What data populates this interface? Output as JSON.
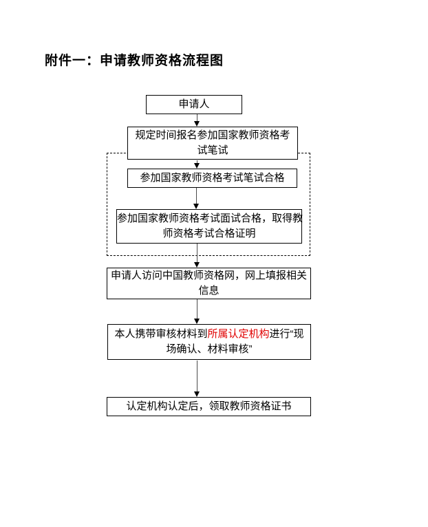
{
  "document": {
    "title": "附件一：申请教师资格流程图"
  },
  "colors": {
    "text": "#000000",
    "box_border": "#000000",
    "dashed_border": "#000000",
    "highlight_red": "#e00000",
    "background": "#ffffff"
  },
  "flowchart": {
    "nodes": {
      "applicant": {
        "label": "申请人"
      },
      "register_written": {
        "line1": "规定时间报名参加国家教师资格考",
        "line2": "试笔试"
      },
      "written_pass": {
        "label": "参加国家教师资格考试笔试合格"
      },
      "interview_pass": {
        "line1": "参加国家教师资格考试面试合格，取得教",
        "line2": "师资格考试合格证明"
      },
      "online_fill": {
        "line1": "申请人访问中国教师资格网，网上填报相关",
        "line2": "信息"
      },
      "onsite_review": {
        "line1_before": "本人携带审核材料到",
        "line1_highlight": "所属认定机构",
        "line1_after": "进行“现",
        "line2": "场确认、材料审核”"
      },
      "get_certificate": {
        "label": "认定机构认定后，领取教师资格证书"
      }
    }
  }
}
